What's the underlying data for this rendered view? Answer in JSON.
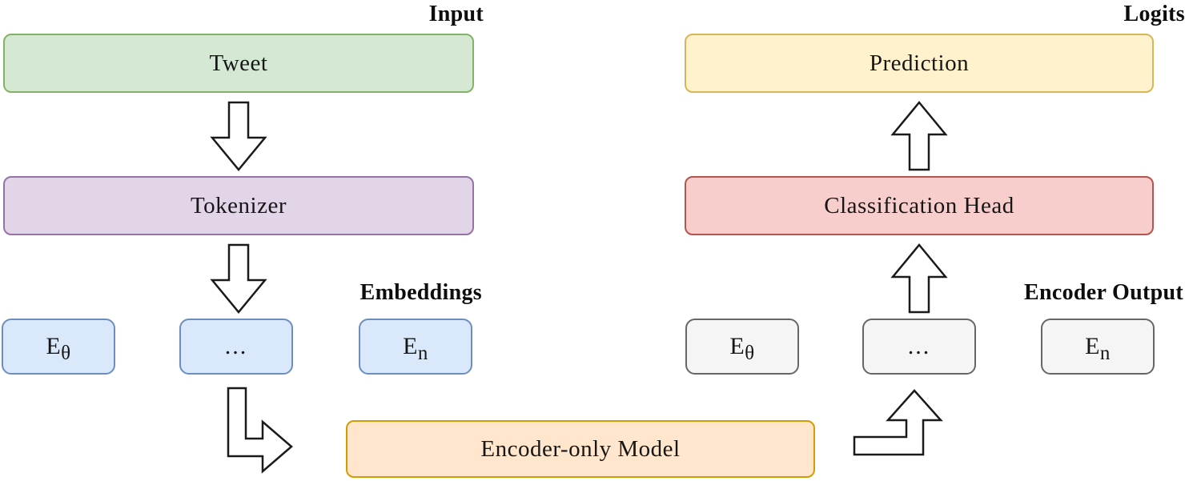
{
  "diagram": {
    "annotations": {
      "input": "Input",
      "logits": "Logits",
      "embeddings": "Embeddings",
      "encoder_output": "Encoder Output"
    },
    "left_pipeline": {
      "tweet": "Tweet",
      "tokenizer": "Tokenizer",
      "embedding_tokens": [
        {
          "base": "E",
          "sub": "θ"
        },
        {
          "base": "...",
          "sub": ""
        },
        {
          "base": "E",
          "sub": "n"
        }
      ]
    },
    "encoder": "Encoder-only Model",
    "right_pipeline": {
      "prediction": "Prediction",
      "classification_head": "Classification Head",
      "output_tokens": [
        {
          "base": "E",
          "sub": "θ"
        },
        {
          "base": "...",
          "sub": ""
        },
        {
          "base": "E",
          "sub": "n"
        }
      ]
    },
    "colors": {
      "green": {
        "fill": "#d5e8d4",
        "border": "#82b366"
      },
      "purple": {
        "fill": "#e1d5e7",
        "border": "#9673a6"
      },
      "blue": {
        "fill": "#dae8fc",
        "border": "#6c8ebf"
      },
      "gray": {
        "fill": "#f5f5f5",
        "border": "#666666"
      },
      "orange": {
        "fill": "#ffe6cc",
        "border": "#d79b00"
      },
      "yellow": {
        "fill": "#fff2cc",
        "border": "#d6b656"
      },
      "red": {
        "fill": "#f8cecc",
        "border": "#b85450"
      },
      "arrow_stroke": "#1a1a1a",
      "arrow_fill": "#ffffff"
    }
  }
}
